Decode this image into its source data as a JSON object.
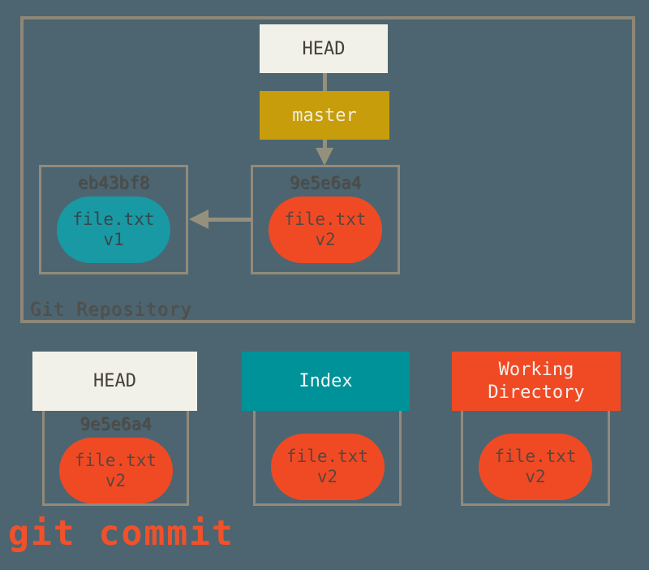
{
  "colors": {
    "background": "#4D6570",
    "container_border": "#8D8778",
    "box_border": "#918A7B",
    "arrow": "#95907E",
    "head_box_bg": "#F2F1E9",
    "head_box_text": "#444038",
    "master_bg": "#C79D0B",
    "master_text": "#EFEDE2",
    "teal_blob": "#1899A3",
    "index_header_bg": "#009299",
    "red_accent": "#F04A25",
    "hash_text": "#514C45",
    "command_text": "#F0512B"
  },
  "repository": {
    "label": "Git Repository",
    "head": "HEAD",
    "branch": "master",
    "commits": [
      {
        "hash": "eb43bf8",
        "file": "file.txt",
        "version": "v1"
      },
      {
        "hash": "9e5e6a4",
        "file": "file.txt",
        "version": "v2"
      }
    ]
  },
  "areas": {
    "head": {
      "title": "HEAD",
      "hash": "9e5e6a4",
      "file": "file.txt",
      "version": "v2"
    },
    "index": {
      "title": "Index",
      "file": "file.txt",
      "version": "v2"
    },
    "working": {
      "title": "Working Directory",
      "file": "file.txt",
      "version": "v2"
    }
  },
  "command": "git commit"
}
